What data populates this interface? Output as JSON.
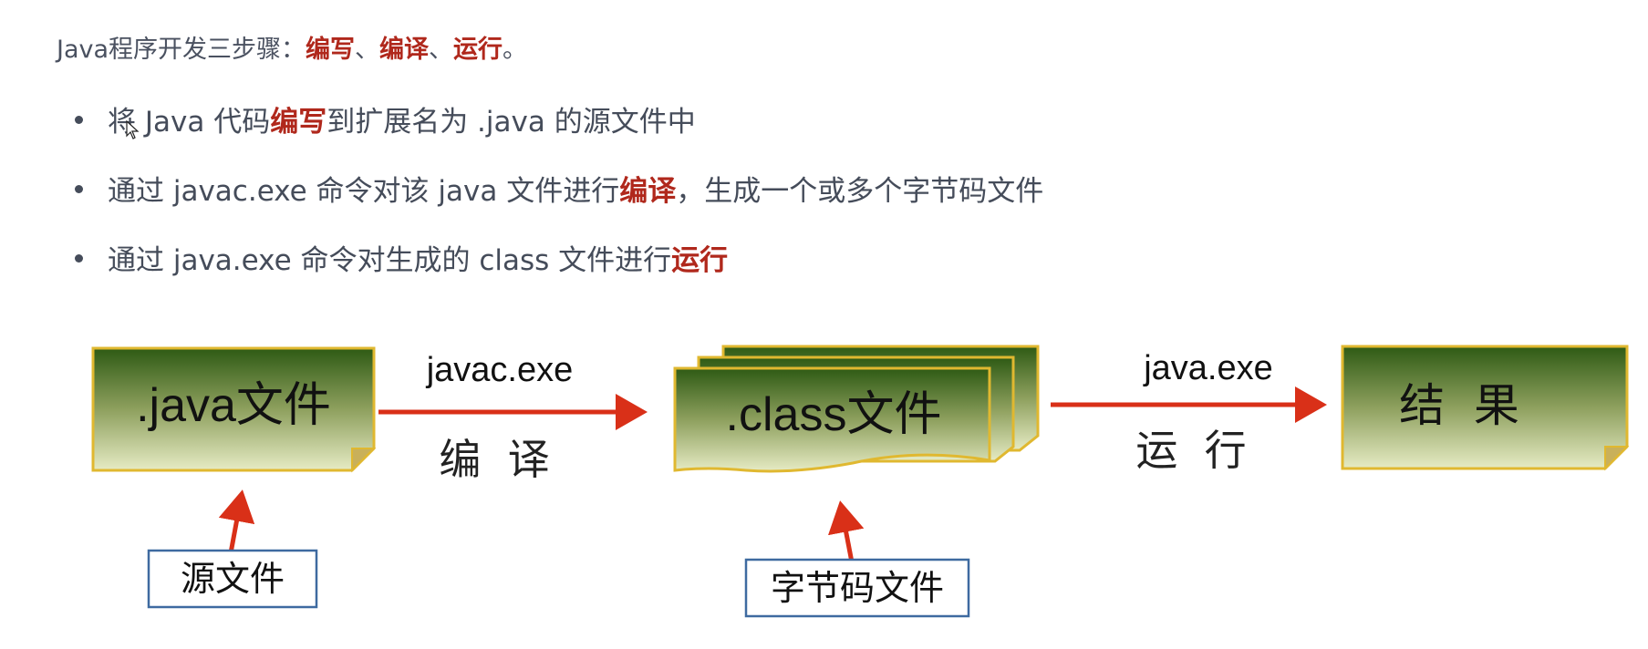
{
  "heading": {
    "prefix": "Java程序开发三步骤：",
    "step1": "编写",
    "sep1": "、",
    "step2": "编译",
    "sep2": "、",
    "step3": "运行",
    "end": "。"
  },
  "bullets": [
    {
      "pre": "将 Java 代码",
      "em": "编写",
      "post": "到扩展名为 .java 的源文件中"
    },
    {
      "pre": "通过 javac.exe 命令对该 java 文件进行",
      "em": "编译",
      "post": "，生成一个或多个字节码文件"
    },
    {
      "pre": "通过 java.exe 命令对生成的 class 文件进行",
      "em": "运行",
      "post": ""
    }
  ],
  "diagram": {
    "java_file": ".java文件",
    "compile_cmd": "javac.exe",
    "compile_label": "编  译",
    "class_file": ".class文件",
    "run_cmd": "java.exe",
    "run_label": "运  行",
    "result": "结  果",
    "source_caption": "源文件",
    "bytecode_caption": "字节码文件"
  },
  "colors": {
    "accent_red": "#b0281c",
    "arrow_red": "#d93018",
    "box_dark_green": "#2e5a14",
    "box_light_green": "#e6ebc4",
    "box_border": "#e0b830",
    "caption_border": "#3e6aa0"
  }
}
